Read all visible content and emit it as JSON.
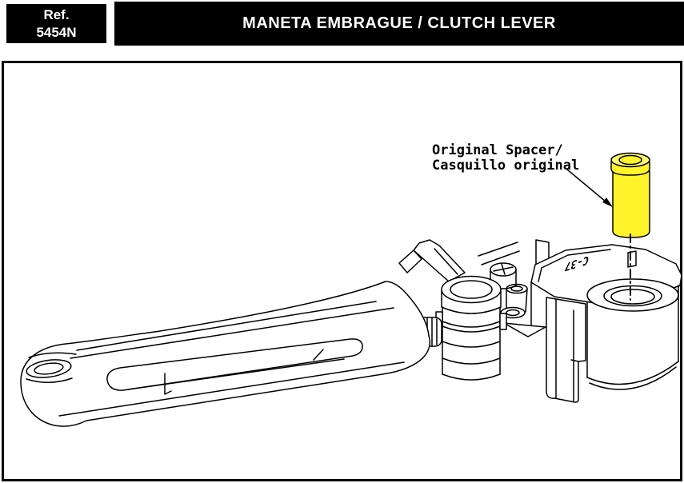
{
  "header": {
    "ref_label": "Ref.",
    "ref_number": "5454N",
    "title": "MANETA EMBRAGUE / CLUTCH LEVER"
  },
  "diagram": {
    "annotation_line1": "Original Spacer/",
    "annotation_line2": "Casquillo original",
    "part_engraving": "C-37"
  },
  "colors": {
    "header_bg": "#000000",
    "header_text": "#ffffff",
    "line": "#000000",
    "spacer_body": "#fff32a",
    "spacer_top": "#fff970"
  }
}
